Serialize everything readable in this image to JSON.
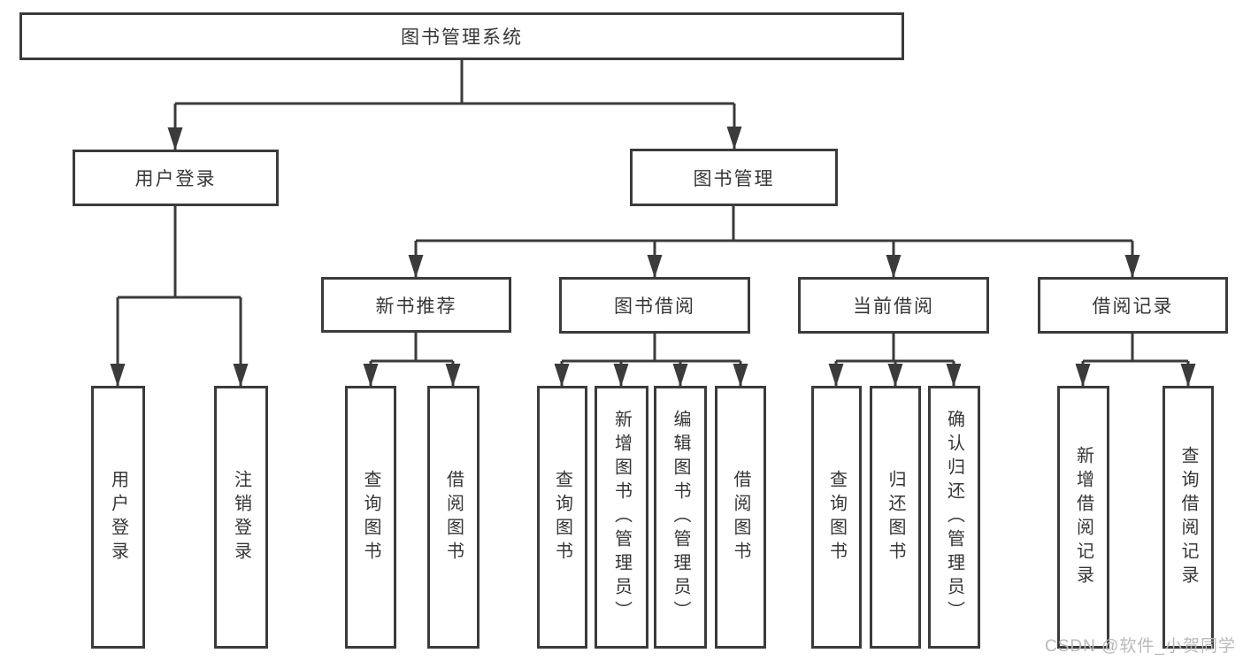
{
  "colors": {
    "line": "#3b3b3b",
    "text": "#363636",
    "background": "#ffffff",
    "watermark": "#b9b9b9"
  },
  "watermark": {
    "text": "CSDN @软件_小贺同学"
  },
  "tree": {
    "root": {
      "label": "图书管理系统"
    },
    "branches": [
      {
        "label": "用户登录",
        "children": [
          {
            "label": "用户登录"
          },
          {
            "label": "注销登录"
          }
        ]
      },
      {
        "label": "图书管理",
        "children": [
          {
            "label": "新书推荐",
            "children": [
              {
                "label": "查询图书"
              },
              {
                "label": "借阅图书"
              }
            ]
          },
          {
            "label": "图书借阅",
            "children": [
              {
                "label": "查询图书"
              },
              {
                "label": "新增图书（管理员）"
              },
              {
                "label": "编辑图书（管理员）"
              },
              {
                "label": "借阅图书"
              }
            ]
          },
          {
            "label": "当前借阅",
            "children": [
              {
                "label": "查询图书"
              },
              {
                "label": "归还图书"
              },
              {
                "label": "确认归还（管理员）"
              }
            ]
          },
          {
            "label": "借阅记录",
            "children": [
              {
                "label": "新增借阅记录"
              },
              {
                "label": "查询借阅记录"
              }
            ]
          }
        ]
      }
    ]
  }
}
